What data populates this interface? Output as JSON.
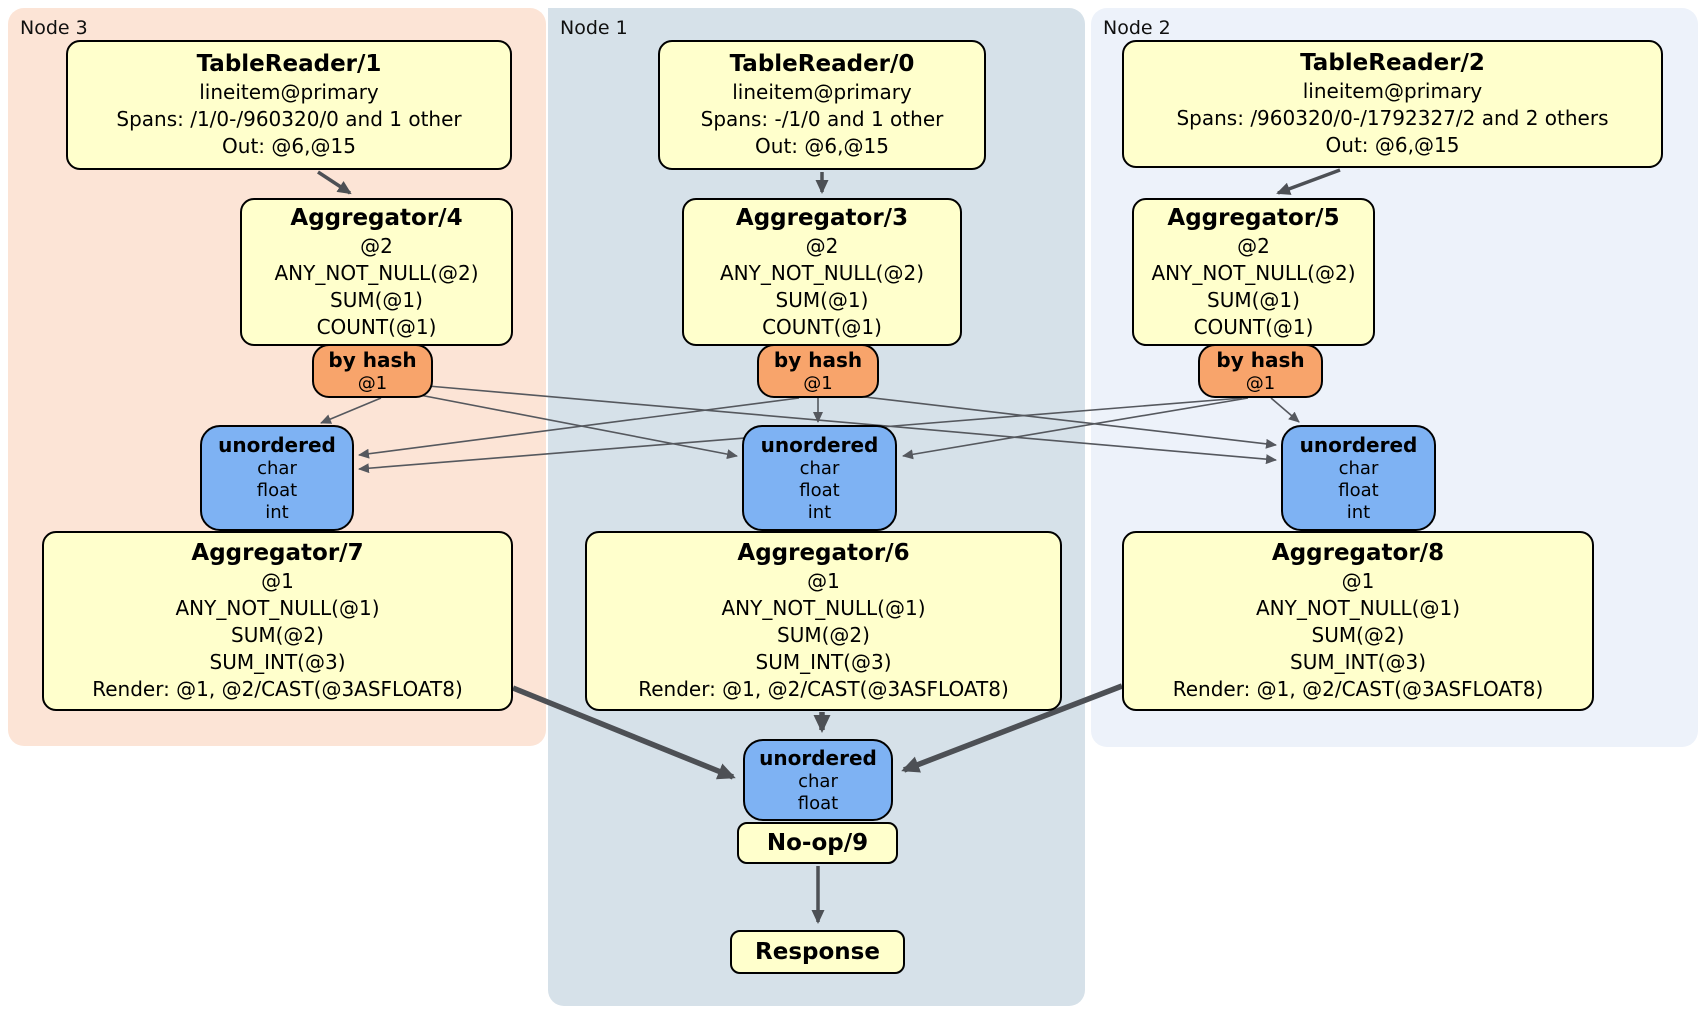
{
  "regions": {
    "node3": {
      "label": "Node 3"
    },
    "node1": {
      "label": "Node 1"
    },
    "node2": {
      "label": "Node 2"
    }
  },
  "processors": {
    "tablereader1": {
      "title": "TableReader/1",
      "lines": [
        "lineitem@primary",
        "Spans: /1/0-/960320/0 and 1 other",
        "Out: @6,@15"
      ]
    },
    "tablereader0": {
      "title": "TableReader/0",
      "lines": [
        "lineitem@primary",
        "Spans: -/1/0 and 1 other",
        "Out: @6,@15"
      ]
    },
    "tablereader2": {
      "title": "TableReader/2",
      "lines": [
        "lineitem@primary",
        "Spans: /960320/0-/1792327/2 and 2 others",
        "Out: @6,@15"
      ]
    },
    "aggregator4": {
      "title": "Aggregator/4",
      "lines": [
        "@2",
        "ANY_NOT_NULL(@2)",
        "SUM(@1)",
        "COUNT(@1)"
      ]
    },
    "aggregator3": {
      "title": "Aggregator/3",
      "lines": [
        "@2",
        "ANY_NOT_NULL(@2)",
        "SUM(@1)",
        "COUNT(@1)"
      ]
    },
    "aggregator5": {
      "title": "Aggregator/5",
      "lines": [
        "@2",
        "ANY_NOT_NULL(@2)",
        "SUM(@1)",
        "COUNT(@1)"
      ]
    },
    "aggregator7": {
      "title": "Aggregator/7",
      "lines": [
        "@1",
        "ANY_NOT_NULL(@1)",
        "SUM(@2)",
        "SUM_INT(@3)",
        "Render: @1, @2/CAST(@3ASFLOAT8)"
      ]
    },
    "aggregator6": {
      "title": "Aggregator/6",
      "lines": [
        "@1",
        "ANY_NOT_NULL(@1)",
        "SUM(@2)",
        "SUM_INT(@3)",
        "Render: @1, @2/CAST(@3ASFLOAT8)"
      ]
    },
    "aggregator8": {
      "title": "Aggregator/8",
      "lines": [
        "@1",
        "ANY_NOT_NULL(@1)",
        "SUM(@2)",
        "SUM_INT(@3)",
        "Render: @1, @2/CAST(@3ASFLOAT8)"
      ]
    },
    "noop": {
      "title": "No-op/9"
    },
    "response": {
      "title": "Response"
    }
  },
  "routers": {
    "byhash_node3": {
      "title": "by hash",
      "lines": [
        "@1"
      ]
    },
    "byhash_node1": {
      "title": "by hash",
      "lines": [
        "@1"
      ]
    },
    "byhash_node2": {
      "title": "by hash",
      "lines": [
        "@1"
      ]
    }
  },
  "syncs": {
    "unordered_node3": {
      "title": "unordered",
      "lines": [
        "char",
        "float",
        "int"
      ]
    },
    "unordered_node1": {
      "title": "unordered",
      "lines": [
        "char",
        "float",
        "int"
      ]
    },
    "unordered_node2": {
      "title": "unordered",
      "lines": [
        "char",
        "float",
        "int"
      ]
    },
    "unordered_final": {
      "title": "unordered",
      "lines": [
        "char",
        "float"
      ]
    }
  },
  "colors": {
    "region-node3": "#fce4d6",
    "region-node1": "#d6e1e9",
    "region-node2": "#edf2fa",
    "box-fill": "#ffffcc",
    "box-border": "#000000",
    "router-fill": "#f8a46b",
    "sync-fill": "#7eb2f3",
    "edge-color": "#55585e",
    "arrow-color": "#4d5055"
  }
}
